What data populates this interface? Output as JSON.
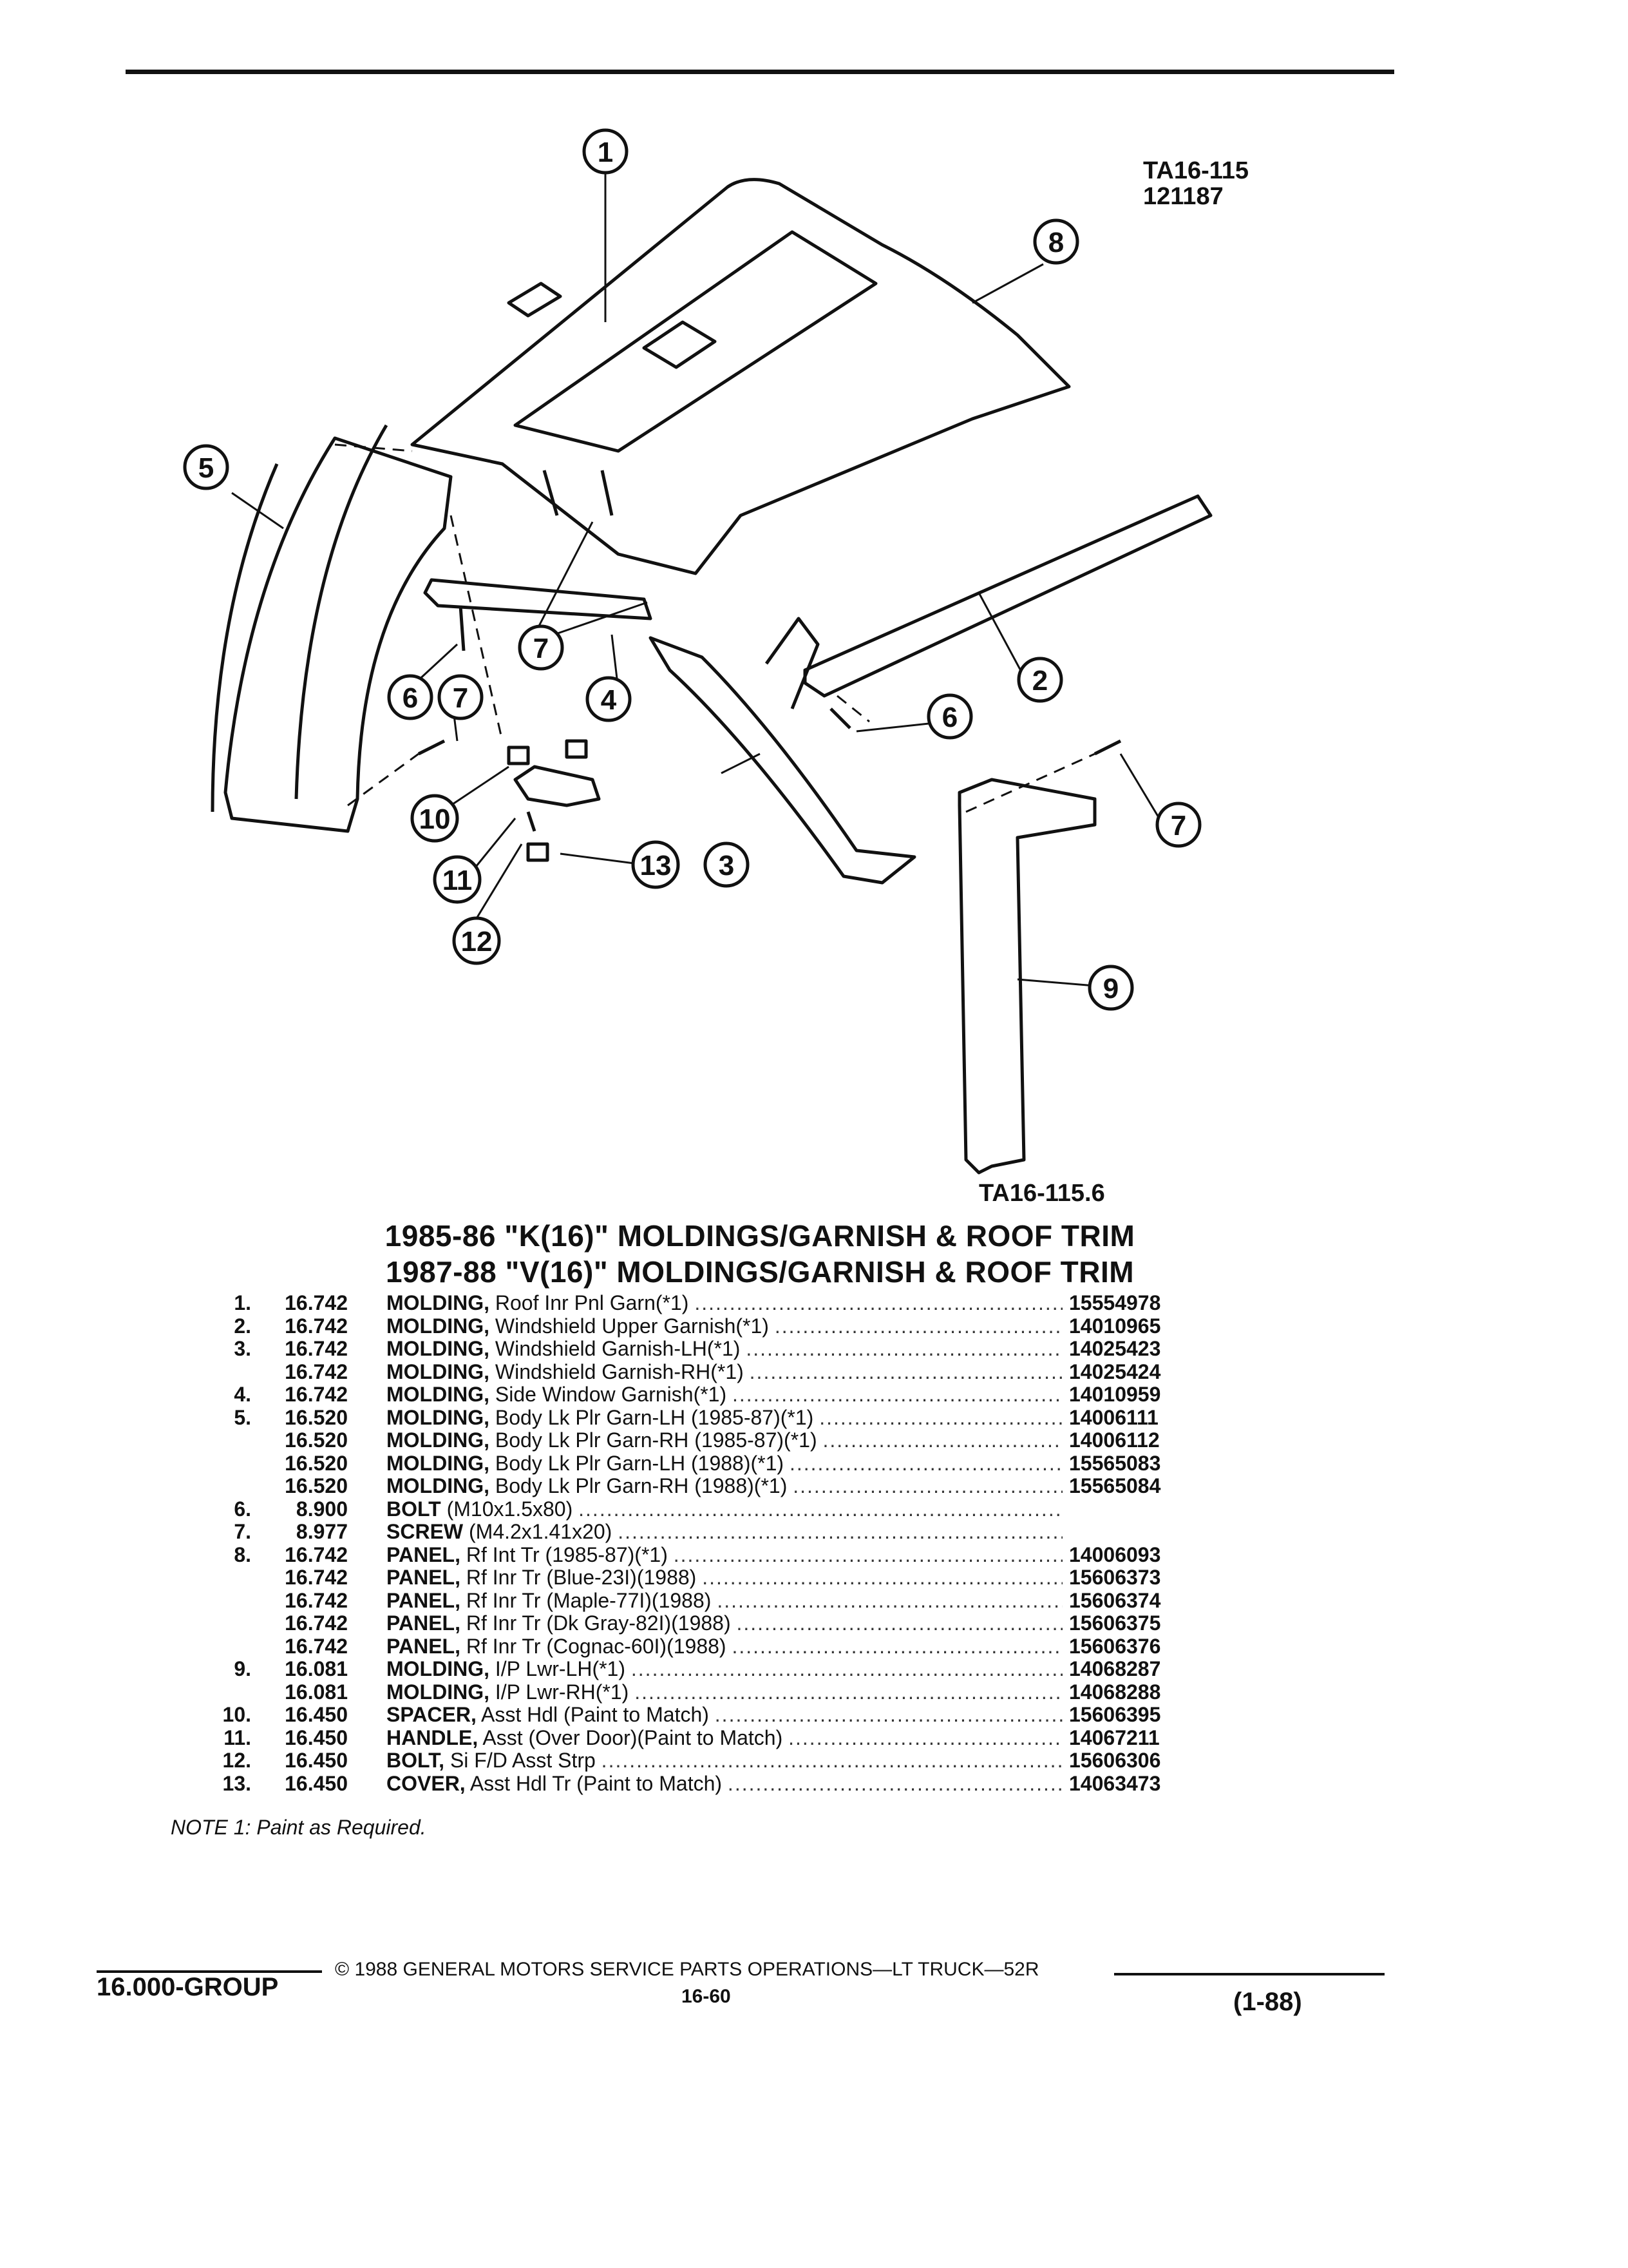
{
  "figure": {
    "ref_top": "TA16-115",
    "ref_top_code": "121187",
    "ref_bottom": "TA16-115.6",
    "callouts": [
      "1",
      "2",
      "3",
      "4",
      "5",
      "6",
      "7",
      "8",
      "9",
      "10",
      "11",
      "12",
      "13"
    ]
  },
  "titles": {
    "line1": "1985-86 \"K(16)\" MOLDINGS/GARNISH & ROOF TRIM",
    "line2": "1987-88 \"V(16)\" MOLDINGS/GARNISH & ROOF TRIM"
  },
  "parts": [
    {
      "num": "1.",
      "group": "16.742",
      "name": "MOLDING,",
      "desc": "Roof Inr Pnl Garn(*1)",
      "part": "15554978"
    },
    {
      "num": "2.",
      "group": "16.742",
      "name": "MOLDING,",
      "desc": "Windshield Upper Garnish(*1)",
      "part": "14010965"
    },
    {
      "num": "3.",
      "group": "16.742",
      "name": "MOLDING,",
      "desc": "Windshield Garnish-LH(*1)",
      "part": "14025423"
    },
    {
      "num": "",
      "group": "16.742",
      "name": "MOLDING,",
      "desc": "Windshield Garnish-RH(*1)",
      "part": "14025424"
    },
    {
      "num": "4.",
      "group": "16.742",
      "name": "MOLDING,",
      "desc": "Side Window Garnish(*1)",
      "part": "14010959"
    },
    {
      "num": "5.",
      "group": "16.520",
      "name": "MOLDING,",
      "desc": "Body Lk Plr Garn-LH (1985-87)(*1)",
      "part": "14006111"
    },
    {
      "num": "",
      "group": "16.520",
      "name": "MOLDING,",
      "desc": "Body Lk Plr Garn-RH (1985-87)(*1)",
      "part": "14006112"
    },
    {
      "num": "",
      "group": "16.520",
      "name": "MOLDING,",
      "desc": "Body Lk Plr Garn-LH (1988)(*1)",
      "part": "15565083"
    },
    {
      "num": "",
      "group": "16.520",
      "name": "MOLDING,",
      "desc": "Body Lk Plr Garn-RH (1988)(*1)",
      "part": "15565084"
    },
    {
      "num": "6.",
      "group": "8.900",
      "name": "BOLT",
      "desc": "(M10x1.5x80)",
      "part": ""
    },
    {
      "num": "7.",
      "group": "8.977",
      "name": "SCREW",
      "desc": "(M4.2x1.41x20)",
      "part": ""
    },
    {
      "num": "8.",
      "group": "16.742",
      "name": "PANEL,",
      "desc": "Rf Int Tr (1985-87)(*1)",
      "part": "14006093"
    },
    {
      "num": "",
      "group": "16.742",
      "name": "PANEL,",
      "desc": "Rf Inr Tr (Blue-23I)(1988)",
      "part": "15606373"
    },
    {
      "num": "",
      "group": "16.742",
      "name": "PANEL,",
      "desc": "Rf Inr Tr (Maple-77I)(1988)",
      "part": "15606374"
    },
    {
      "num": "",
      "group": "16.742",
      "name": "PANEL,",
      "desc": "Rf Inr Tr (Dk Gray-82I)(1988)",
      "part": "15606375"
    },
    {
      "num": "",
      "group": "16.742",
      "name": "PANEL,",
      "desc": "Rf Inr Tr (Cognac-60I)(1988)",
      "part": "15606376"
    },
    {
      "num": "9.",
      "group": "16.081",
      "name": "MOLDING,",
      "desc": "I/P Lwr-LH(*1)",
      "part": "14068287"
    },
    {
      "num": "",
      "group": "16.081",
      "name": "MOLDING,",
      "desc": "I/P Lwr-RH(*1)",
      "part": "14068288"
    },
    {
      "num": "10.",
      "group": "16.450",
      "name": "SPACER,",
      "desc": "Asst Hdl (Paint to Match)",
      "part": "15606395"
    },
    {
      "num": "11.",
      "group": "16.450",
      "name": "HANDLE,",
      "desc": "Asst (Over Door)(Paint to Match)",
      "part": "14067211"
    },
    {
      "num": "12.",
      "group": "16.450",
      "name": "BOLT,",
      "desc": "Si F/D Asst Strp",
      "part": "15606306"
    },
    {
      "num": "13.",
      "group": "16.450",
      "name": "COVER,",
      "desc": "Asst Hdl Tr (Paint to Match)",
      "part": "14063473"
    }
  ],
  "note": "NOTE 1: Paint as Required.",
  "footer": {
    "copyright": "© 1988 GENERAL MOTORS SERVICE PARTS OPERATIONS—LT TRUCK—52R",
    "group": "16.000-GROUP",
    "page": "16-60",
    "revision": "(1-88)"
  }
}
